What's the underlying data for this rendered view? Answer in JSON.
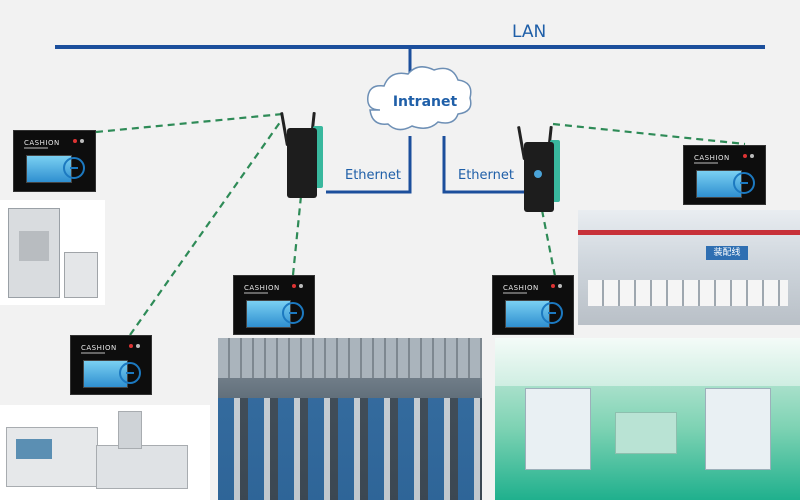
{
  "network": {
    "lan_label": "LAN",
    "intranet_label": "Intranet",
    "ethernet_left": "Ethernet",
    "ethernet_right": "Ethernet"
  },
  "terminals": [
    {
      "id": "terminal-top-left",
      "brand": "CASHION"
    },
    {
      "id": "terminal-mid-left",
      "brand": "CASHION"
    },
    {
      "id": "terminal-low-left",
      "brand": "CASHION"
    },
    {
      "id": "terminal-mid-right",
      "brand": "CASHION"
    },
    {
      "id": "terminal-top-right",
      "brand": "CASHION"
    }
  ],
  "colors": {
    "lan_line": "#1c4f9c",
    "wireless_link": "#2e8b57",
    "label_text": "#1f5fa8",
    "router_accent": "#39b89e"
  },
  "icons": [
    "router-icon",
    "cloud-icon",
    "terminal-icon"
  ]
}
